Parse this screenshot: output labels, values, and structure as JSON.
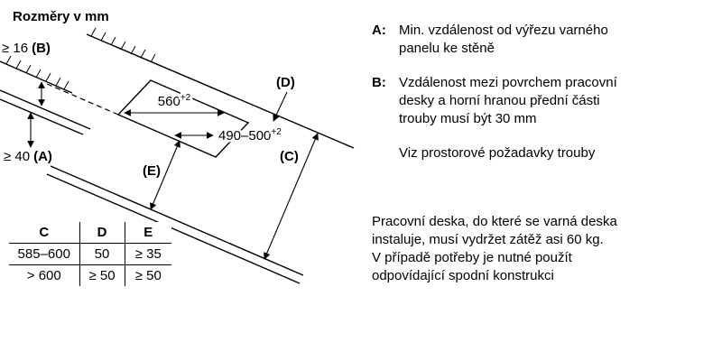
{
  "page": {
    "title": "Rozměry v mm"
  },
  "diagram": {
    "dim_b": {
      "value": "≥ 16",
      "letter": "(B)"
    },
    "dim_a": {
      "value": "≥ 40",
      "letter": "(A)"
    },
    "letter_c": "(C)",
    "letter_d": "(D)",
    "letter_e": "(E)",
    "cutout_width": {
      "value": "560",
      "sup": "+2"
    },
    "cutout_depth": {
      "value": "490–500",
      "sup": "+2"
    }
  },
  "table": {
    "headers": [
      "C",
      "D",
      "E"
    ],
    "rows": [
      [
        "585–600",
        "50",
        "≥ 35"
      ],
      [
        "> 600",
        "≥ 50",
        "≥ 50"
      ]
    ]
  },
  "notes": {
    "a_letter": "A:",
    "a_lines": [
      "Min. vzdálenost od výřezu varného",
      "panelu ke stěně"
    ],
    "b_letter": "B:",
    "b_lines": [
      "Vzdálenost mezi povrchem pracovní",
      "desky a horní hranou přední části",
      "trouby musí být 30 mm"
    ],
    "see_also": "Viz prostorové požadavky trouby",
    "worktop_lines": [
      "Pracovní deska, do které se varná deska",
      "instaluje, musí vydržet zátěž asi 60 kg.",
      "V případě potřeby je nutné použít",
      "odpovídající spodní konstrukci"
    ]
  }
}
